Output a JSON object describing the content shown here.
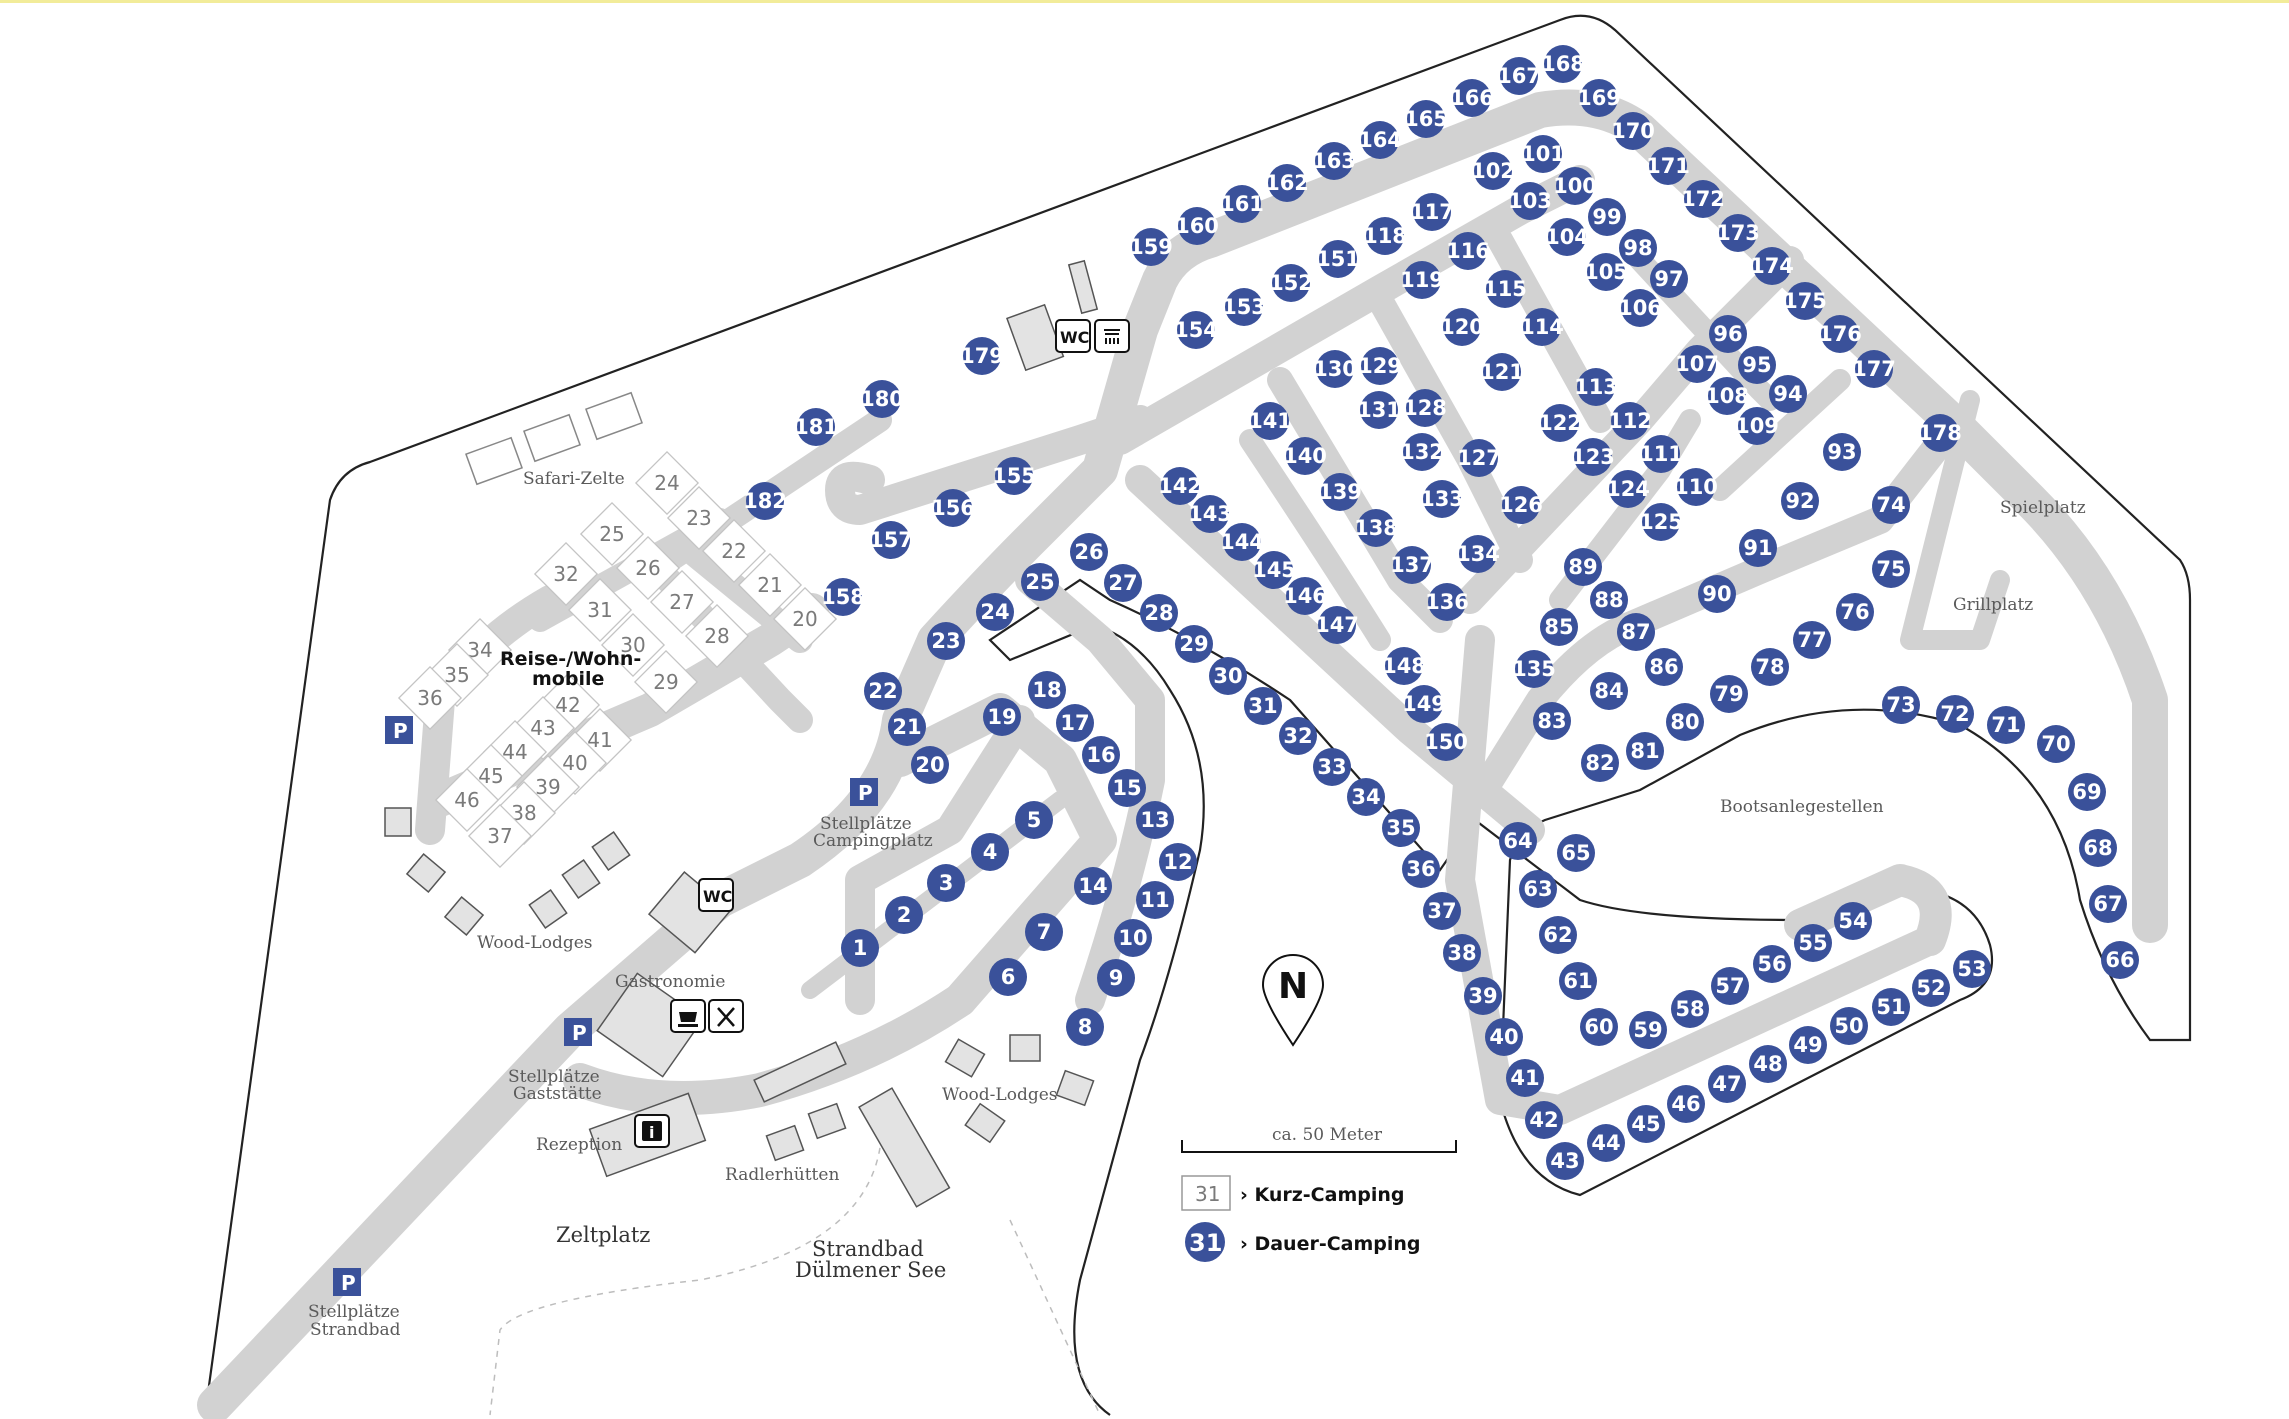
{
  "colors": {
    "road": "#d2d2d2",
    "pitch": "#3a519a",
    "outline": "#222222",
    "building": "#e3e3e3"
  },
  "labels": {
    "safari": "Safari-Zelte",
    "reise1": "Reise-/Wohn-",
    "reise2": "mobile",
    "woodlodges": "Wood-Lodges",
    "gastronomie": "Gastronomie",
    "stell_gast1": "Stellplätze",
    "stell_gast2": "Gaststätte",
    "rezeption": "Rezeption",
    "zeltplatz": "Zeltplatz",
    "stell_strand1": "Stellplätze",
    "stell_strand2": "Strandbad",
    "radler": "Radlerhütten",
    "woodlodges2": "Wood-Lodges",
    "strandbad1": "Strandbad",
    "strandbad2": "Dülmener See",
    "stell_camp1": "Stellplätze",
    "stell_camp2": "Campingplatz",
    "boots": "Bootsanlegestellen",
    "spielplatz": "Spielplatz",
    "grillplatz": "Grillplatz"
  },
  "icons": {
    "parking": "P",
    "wc": "WC",
    "info": "i",
    "north": "N"
  },
  "scale": {
    "label": "ca. 50 Meter"
  },
  "legend": {
    "sample": "31",
    "kurz": "› Kurz-Camping",
    "dauer": "› Dauer-Camping"
  },
  "short_pitches": [
    "24",
    "23",
    "22",
    "21",
    "20",
    "25",
    "26",
    "27",
    "28",
    "32",
    "31",
    "30",
    "29",
    "34",
    "35",
    "36",
    "42",
    "41",
    "43",
    "40",
    "44",
    "39",
    "45",
    "38",
    "46",
    "37"
  ],
  "long_pitches": [
    "1",
    "2",
    "3",
    "4",
    "5",
    "6",
    "7",
    "8",
    "9",
    "10",
    "11",
    "12",
    "13",
    "14",
    "15",
    "16",
    "17",
    "18",
    "19",
    "20",
    "21",
    "22",
    "23",
    "24",
    "25",
    "26",
    "27",
    "28",
    "29",
    "30",
    "31",
    "32",
    "33",
    "34",
    "35",
    "36",
    "37",
    "38",
    "39",
    "40",
    "41",
    "42",
    "43",
    "44",
    "45",
    "46",
    "47",
    "48",
    "49",
    "50",
    "51",
    "52",
    "53",
    "54",
    "55",
    "56",
    "57",
    "58",
    "59",
    "60",
    "61",
    "62",
    "63",
    "64",
    "65",
    "66",
    "67",
    "68",
    "69",
    "70",
    "71",
    "72",
    "73",
    "74",
    "75",
    "76",
    "77",
    "78",
    "79",
    "80",
    "81",
    "82",
    "83",
    "84",
    "85",
    "86",
    "87",
    "88",
    "89",
    "90",
    "91",
    "92",
    "93",
    "94",
    "95",
    "96",
    "97",
    "98",
    "99",
    "100",
    "101",
    "102",
    "103",
    "104",
    "105",
    "106",
    "107",
    "108",
    "109",
    "110",
    "111",
    "112",
    "113",
    "114",
    "115",
    "116",
    "117",
    "118",
    "119",
    "120",
    "121",
    "122",
    "123",
    "124",
    "125",
    "126",
    "127",
    "128",
    "129",
    "130",
    "131",
    "132",
    "133",
    "134",
    "135",
    "136",
    "137",
    "138",
    "139",
    "140",
    "141",
    "142",
    "143",
    "144",
    "145",
    "146",
    "147",
    "148",
    "149",
    "150",
    "151",
    "152",
    "153",
    "154",
    "155",
    "156",
    "157",
    "158",
    "159",
    "160",
    "161",
    "162",
    "163",
    "164",
    "165",
    "166",
    "167",
    "168",
    "169",
    "170",
    "171",
    "172",
    "173",
    "174",
    "175",
    "176",
    "177",
    "178",
    "179",
    "180",
    "181",
    "182"
  ]
}
